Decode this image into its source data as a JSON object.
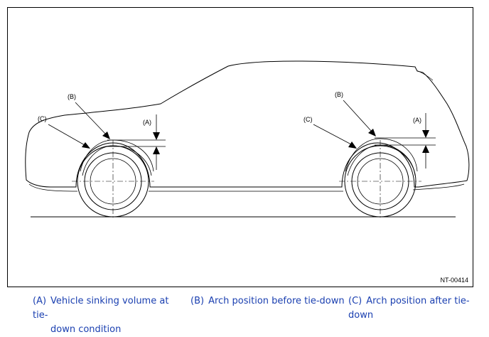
{
  "figure": {
    "id": "NT-00414",
    "labels": {
      "a": "(A)",
      "b": "(B)",
      "c": "(C)"
    }
  },
  "legend": {
    "a": {
      "key": "(A)",
      "text_line1": "Vehicle sinking volume at tie-",
      "text_line2": "down condition"
    },
    "b": {
      "key": "(B)",
      "text": "Arch position before tie-down"
    },
    "c": {
      "key": "(C)",
      "text": "Arch position after tie-down"
    }
  },
  "colors": {
    "legend_text": "#1a3fb0",
    "line": "#000000"
  }
}
